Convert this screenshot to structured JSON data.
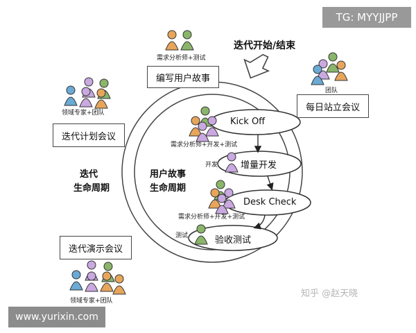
{
  "watermarks": {
    "tag": "TG: MYYJJPP",
    "url": "www.yurixin.com",
    "zhihu": "知乎 @赵天晓"
  },
  "iteration_label": "迭代开始/结束",
  "lifecycle": {
    "iteration": [
      "迭代",
      "生命周期"
    ],
    "story": [
      "用户故事",
      "生命周期"
    ]
  },
  "boxes": {
    "write_story": "编写用户故事",
    "daily_standup": "每日站立会议",
    "planning": "迭代计划会议",
    "demo": "迭代演示会议"
  },
  "roles": {
    "analyst_tester": "需求分析师+测试",
    "team": "团队",
    "domain_team_1": "领域专家+团队",
    "domain_team_2": "领域专家+团队",
    "analyst_dev_test_1": "需求分析师+开发+测试",
    "dev": "开发",
    "analyst_dev_test_2": "需求分析师+开发+测试",
    "tester": "测试"
  },
  "steps": [
    "Kick Off",
    "增量开发",
    "Desk Check",
    "验收测试"
  ],
  "colors": {
    "green": "#8ab56b",
    "purple": "#c9a9e0",
    "blue": "#6aaad4",
    "orange": "#e7a55c"
  }
}
